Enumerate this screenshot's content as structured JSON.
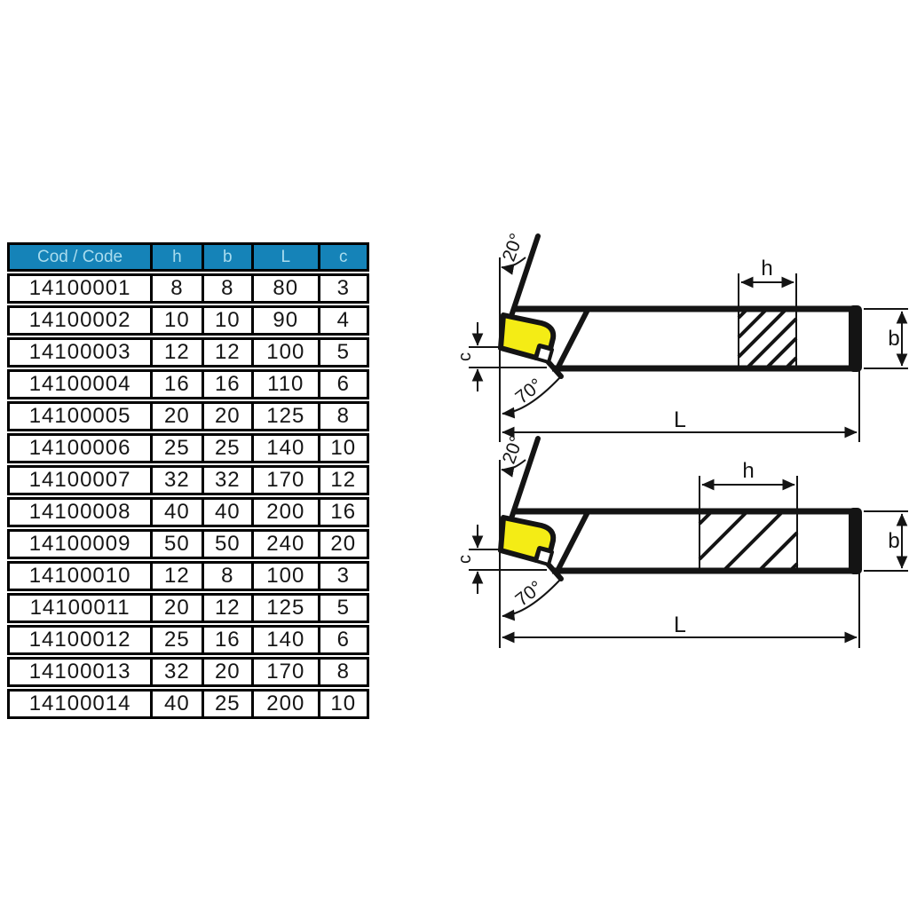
{
  "page": {
    "background": "#ffffff"
  },
  "table": {
    "header": {
      "code": "Cod / Code",
      "h": "h",
      "b": "b",
      "L": "L",
      "c": "c"
    },
    "header_bg": "#1583b8",
    "header_text_color": "#a9dcee",
    "border_color": "#000000",
    "rows": [
      {
        "code": "14100001",
        "h": "8",
        "b": "8",
        "L": "80",
        "c": "3"
      },
      {
        "code": "14100002",
        "h": "10",
        "b": "10",
        "L": "90",
        "c": "4"
      },
      {
        "code": "14100003",
        "h": "12",
        "b": "12",
        "L": "100",
        "c": "5"
      },
      {
        "code": "14100004",
        "h": "16",
        "b": "16",
        "L": "110",
        "c": "6"
      },
      {
        "code": "14100005",
        "h": "20",
        "b": "20",
        "L": "125",
        "c": "8"
      },
      {
        "code": "14100006",
        "h": "25",
        "b": "25",
        "L": "140",
        "c": "10"
      },
      {
        "code": "14100007",
        "h": "32",
        "b": "32",
        "L": "170",
        "c": "12"
      },
      {
        "code": "14100008",
        "h": "40",
        "b": "40",
        "L": "200",
        "c": "16"
      },
      {
        "code": "14100009",
        "h": "50",
        "b": "50",
        "L": "240",
        "c": "20"
      },
      {
        "code": "14100010",
        "h": "12",
        "b": "8",
        "L": "100",
        "c": "3"
      },
      {
        "code": "14100011",
        "h": "20",
        "b": "12",
        "L": "125",
        "c": "5"
      },
      {
        "code": "14100012",
        "h": "25",
        "b": "16",
        "L": "140",
        "c": "6"
      },
      {
        "code": "14100013",
        "h": "32",
        "b": "20",
        "L": "170",
        "c": "8"
      },
      {
        "code": "14100014",
        "h": "40",
        "b": "25",
        "L": "200",
        "c": "10"
      }
    ]
  },
  "diagram": {
    "line_color": "#141414",
    "insert_color": "#f4ec15",
    "labels": {
      "angle_rake": "20°",
      "angle_front": "70°",
      "h": "h",
      "b": "b",
      "c": "c",
      "L": "L"
    }
  }
}
